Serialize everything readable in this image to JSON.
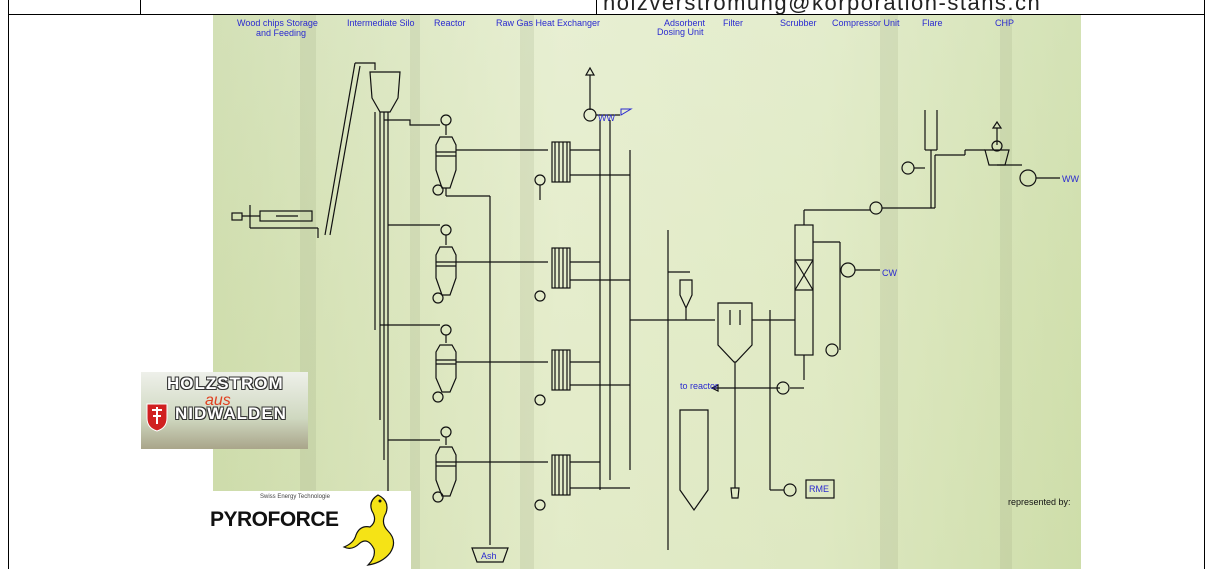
{
  "header": {
    "email": "holzverstromung@korporation-stans.ch"
  },
  "diagram": {
    "labels": {
      "wood_chips": "Wood chips Storage",
      "wood_chips_2": "and Feeding",
      "intermediate_silo": "Intermediate Silo",
      "reactor": "Reactor",
      "raw_gas_hx": "Raw Gas Heat Exchanger",
      "adsorbent": "Adsorbent",
      "adsorbent_2": "Dosing Unit",
      "filter": "Filter",
      "scrubber": "Scrubber",
      "compressor": "Compressor Unit",
      "flare": "Flare",
      "chp": "CHP",
      "ww_top": "WW",
      "ww_right": "WW",
      "cw": "CW",
      "to_reactor": "to reactor",
      "rme": "RME",
      "ash": "Ash",
      "represented_by": "represented by:"
    }
  },
  "logos": {
    "holzstrom": {
      "line1": "HOLZSTROM",
      "line2": "aus",
      "line3": "NIDWALDEN"
    },
    "pyroforce": {
      "tagline": "Swiss Energy Technologie",
      "name": "PYROFORCE"
    }
  },
  "colors": {
    "label_blue": "#2a2ad0",
    "line": "#111111",
    "forest": "#e4eccb"
  }
}
